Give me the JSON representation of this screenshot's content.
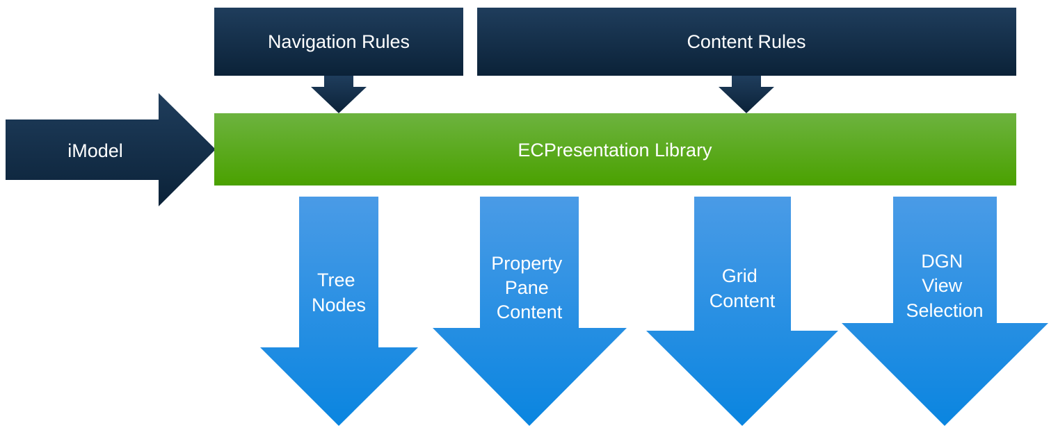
{
  "diagram": {
    "input": {
      "label": "iModel"
    },
    "rules": [
      {
        "label": "Navigation Rules"
      },
      {
        "label": "Content Rules"
      }
    ],
    "library": {
      "label": "ECPresentation Library"
    },
    "outputs": [
      {
        "lines": [
          "Tree",
          "Nodes"
        ]
      },
      {
        "lines": [
          "Property",
          "Pane",
          "Content"
        ]
      },
      {
        "lines": [
          "Grid",
          "Content"
        ]
      },
      {
        "lines": [
          "DGN",
          "View",
          "Selection"
        ]
      }
    ],
    "colors": {
      "dark_navy_top": "#1f3d5c",
      "dark_navy_bottom": "#0b2238",
      "green_top": "#6db33f",
      "green_bottom": "#4aa100",
      "blue_top": "#4a9be6",
      "blue_bottom": "#0a85e0"
    }
  }
}
